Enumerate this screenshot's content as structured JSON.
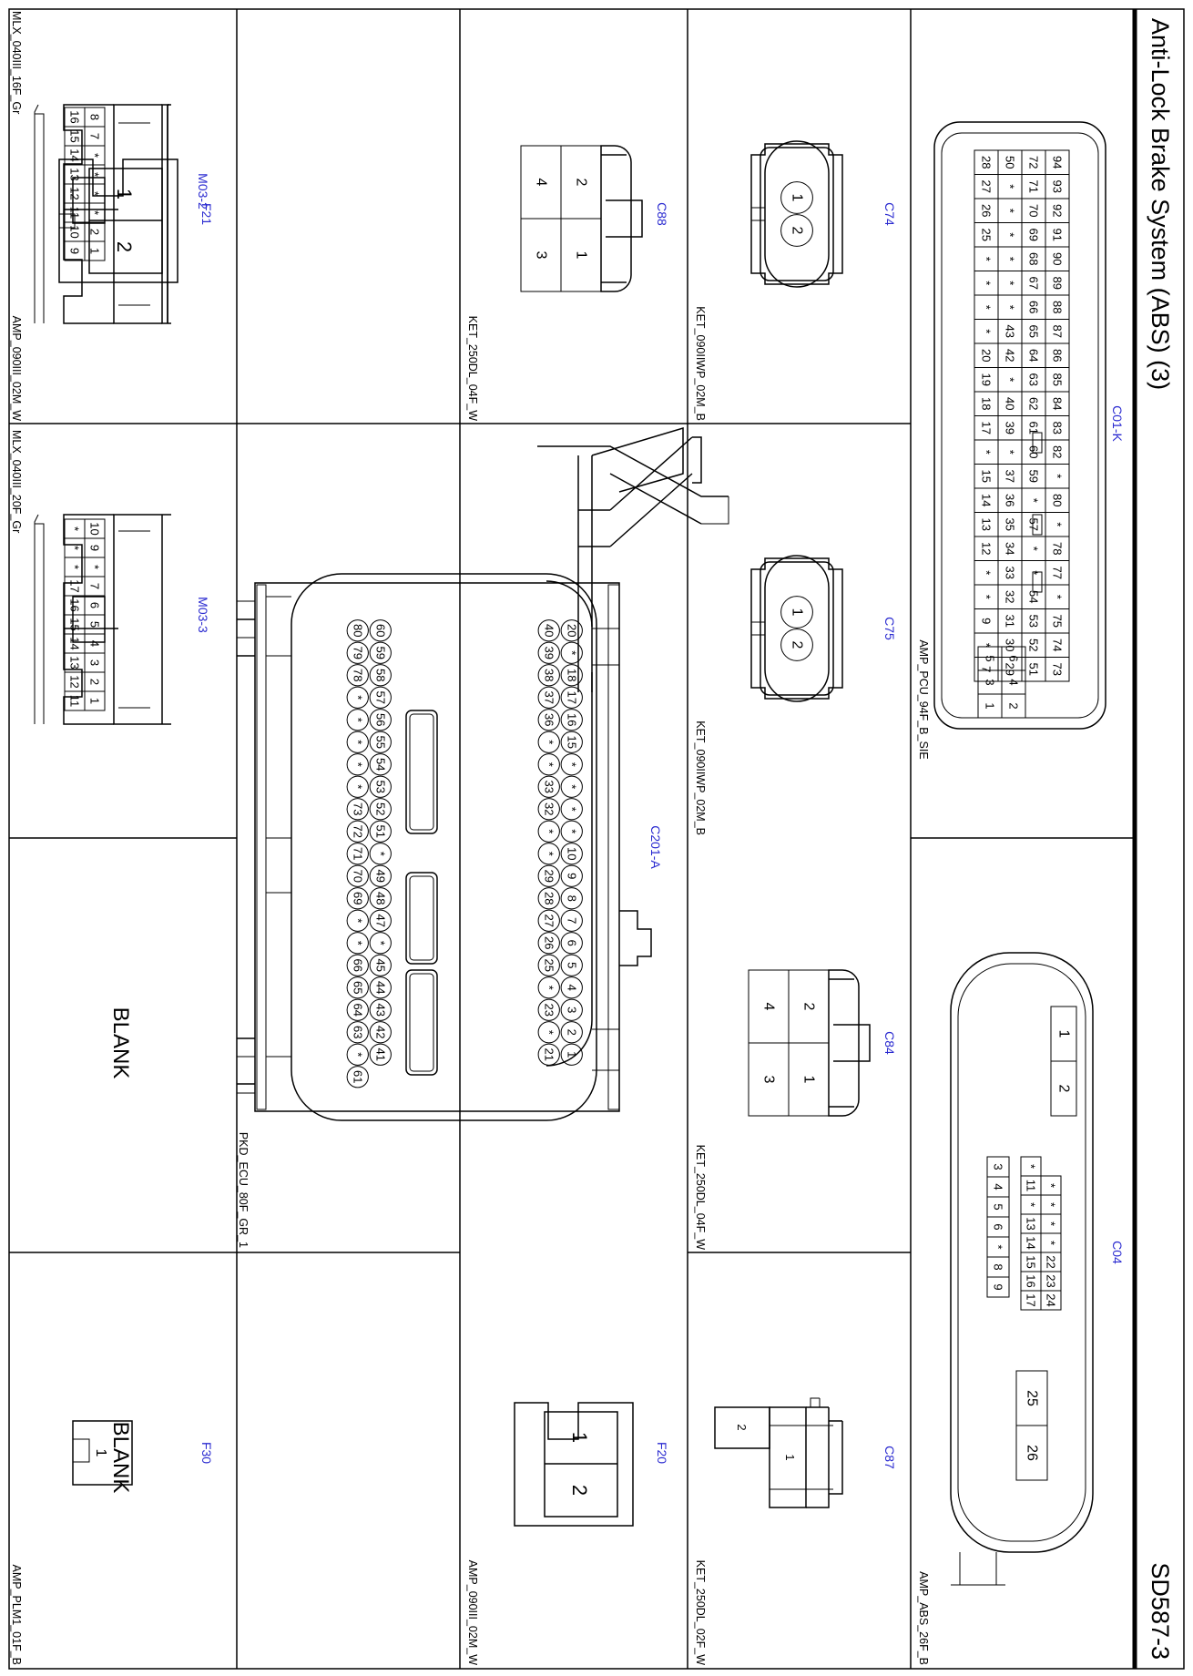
{
  "page": {
    "title": "Anti-Lock Brake System (ABS) (3)",
    "code": "SD587-3",
    "blank_label": "BLANK"
  },
  "colors": {
    "connector_name": "#2a2ad0",
    "line": "#000000"
  },
  "connectors": {
    "c01k": {
      "name": "C01-K",
      "part": "AMP_PCU_94F_B_SIE",
      "rows": [
        [
          "94",
          "93",
          "92",
          "91",
          "90",
          "89",
          "88",
          "87",
          "86",
          "85",
          "84",
          "83",
          "82",
          "*",
          "80",
          "*",
          "78",
          "77",
          "*",
          "75",
          "74",
          "73"
        ],
        [
          "72",
          "71",
          "70",
          "69",
          "68",
          "67",
          "66",
          "65",
          "64",
          "63",
          "62",
          "61",
          "60",
          "59",
          "*",
          "57",
          "*",
          "*",
          "54",
          "53",
          "52",
          "51"
        ],
        [
          "50",
          "*",
          "*",
          "*",
          "*",
          "*",
          "*",
          "43",
          "42",
          "*",
          "40",
          "39",
          "*",
          "37",
          "36",
          "35",
          "34",
          "33",
          "32",
          "31",
          "30",
          "29"
        ],
        [
          "28",
          "27",
          "26",
          "25",
          "*",
          "*",
          "*",
          "*",
          "20",
          "19",
          "18",
          "17",
          "*",
          "15",
          "14",
          "13",
          "12",
          "*",
          "*",
          "9",
          "*",
          "7"
        ]
      ],
      "aux": [
        "6",
        "5",
        "4",
        "3",
        "2",
        "1"
      ]
    },
    "c04": {
      "name": "C04",
      "part": "AMP_ABS_26F_B",
      "top": [
        "1",
        "2"
      ],
      "grid": [
        [
          "*",
          "*",
          "*",
          "*",
          "22",
          "23",
          "24"
        ],
        [
          "*",
          "11",
          "*",
          "13",
          "14",
          "15",
          "16",
          "17"
        ]
      ],
      "row": [
        "3",
        "4",
        "5",
        "6",
        "*",
        "8",
        "9"
      ],
      "bottom": [
        "25",
        "26"
      ]
    },
    "c74": {
      "name": "C74",
      "part": "KET_090IIWP_02M_B",
      "pins": [
        "1",
        "2"
      ]
    },
    "c75": {
      "name": "C75",
      "part": "KET_090IIWP_02M_B",
      "pins": [
        "1",
        "2"
      ]
    },
    "c84": {
      "name": "C84",
      "part": "KET_250DL_04F_W",
      "pins": [
        "2",
        "1",
        "4",
        "3"
      ]
    },
    "c87": {
      "name": "C87",
      "part": "KET_250DL_02F_W",
      "pins": [
        "1",
        "2"
      ]
    },
    "c88": {
      "name": "C88",
      "part": "KET_250DL_04F_W",
      "pins": [
        "2",
        "1",
        "4",
        "3"
      ]
    },
    "c201a": {
      "name": "C201-A",
      "part": "PKD_ECU_80F_GR_1",
      "rows": [
        [
          "20",
          "*",
          "18",
          "17",
          "16",
          "15",
          "*",
          "*",
          "*",
          "*",
          "10",
          "9",
          "8",
          "7",
          "6",
          "5",
          "4",
          "3",
          "2",
          "1"
        ],
        [
          "40",
          "39",
          "38",
          "37",
          "36",
          "*",
          "*",
          "33",
          "32",
          "*",
          "*",
          "29",
          "28",
          "27",
          "26",
          "25",
          "*",
          "23",
          "*",
          "21"
        ],
        [
          "60",
          "59",
          "58",
          "57",
          "56",
          "55",
          "54",
          "53",
          "52",
          "51",
          "*",
          "49",
          "48",
          "47",
          "*",
          "45",
          "44",
          "43",
          "42",
          "41"
        ],
        [
          "80",
          "79",
          "78",
          "*",
          "*",
          "*",
          "*",
          "*",
          "73",
          "72",
          "71",
          "70",
          "69",
          "*",
          "*",
          "66",
          "65",
          "64",
          "63",
          "*",
          "61"
        ]
      ]
    },
    "f20": {
      "name": "F20",
      "part": "AMP_090III_02M_W",
      "pins": [
        "1",
        "2"
      ]
    },
    "f21": {
      "name": "F21",
      "part": "AMP_090III_02M_W",
      "pins": [
        "1",
        "2"
      ]
    },
    "f30": {
      "name": "F30",
      "part": "AMP_PLM1_01F_B",
      "pins": [
        "1"
      ]
    },
    "m03_2": {
      "name": "M03-2",
      "part": "MLX_040III_16F_Gr",
      "rows": [
        [
          "8",
          "7",
          "*",
          "*",
          "*",
          "*",
          "2",
          "1"
        ],
        [
          "16",
          "15",
          "14",
          "13",
          "12",
          "11",
          "10",
          "9"
        ]
      ]
    },
    "m03_3": {
      "name": "M03-3",
      "part": "MLX_040III_20F_Gr",
      "rows": [
        [
          "10",
          "9",
          "*",
          "7",
          "6",
          "5",
          "4",
          "3",
          "2",
          "1"
        ],
        [
          "*",
          "*",
          "*",
          "17",
          "16",
          "15",
          "14",
          "13",
          "12",
          "11"
        ]
      ]
    }
  }
}
